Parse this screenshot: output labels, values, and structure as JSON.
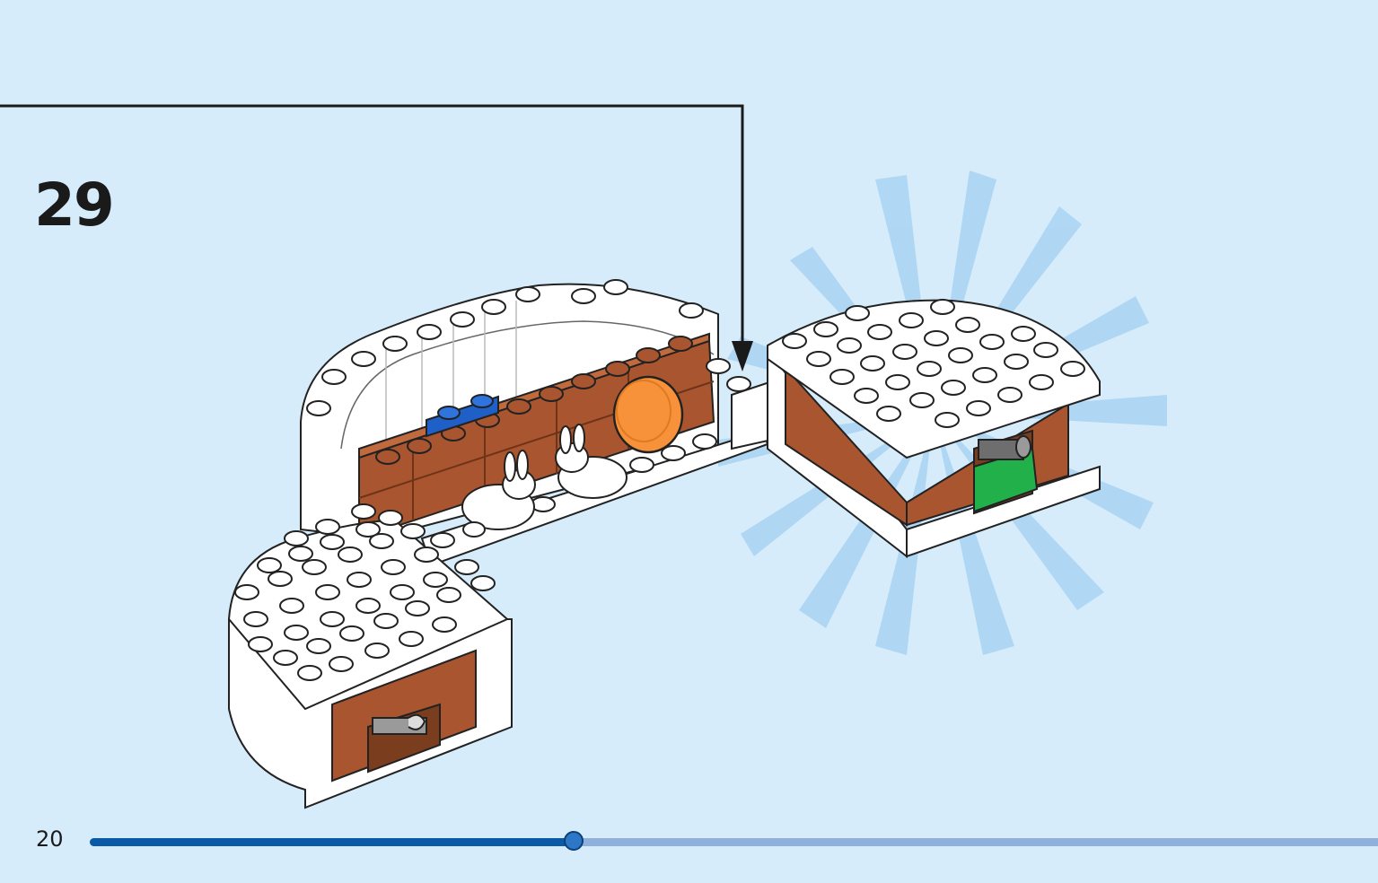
{
  "step": {
    "number": "29"
  },
  "page": {
    "number": "20"
  },
  "progress": {
    "fraction": 0.3756
  },
  "colors": {
    "background": "#d6ecfb",
    "progress_fill": "#0a5aa8",
    "progress_track": "#8fb0dc",
    "brick_brown": "#a9552f",
    "brick_white": "#ffffff",
    "tile_blue": "#1f5fc8",
    "tile_orange": "#f7923a",
    "tile_green": "#22b04b",
    "highlight_rays": "#a9d3f2"
  },
  "icons": {
    "callout_arrow": "arrow-down-icon",
    "highlight": "burst-rays-icon"
  }
}
